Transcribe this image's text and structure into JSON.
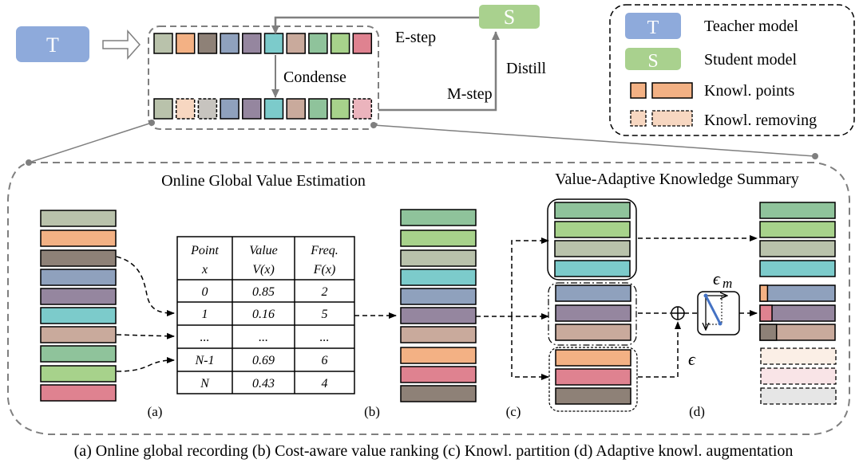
{
  "colors": {
    "sage": "#b9c2ab",
    "orange": "#f3b184",
    "taupe": "#8e8177",
    "blue": "#8fa1bd",
    "purple": "#95869f",
    "teal": "#7ccbcb",
    "rose": "#c9aa9c",
    "green": "#8fc39b",
    "lime": "#a7d28b",
    "pink": "#df8290",
    "teacher": "#8eaadb",
    "student": "#a9d18e",
    "orange_faded": "#f7d7c1",
    "taupe_faded": "#c7c4bf",
    "pink_faded": "#ebb4bd",
    "faded_bar_1": "#fbefe6",
    "faded_bar_2": "#f9e4e7",
    "faded_bar_3": "#e6e6e6",
    "line_gray": "#7f7f7f",
    "arrow_blue": "#4472c4"
  },
  "top": {
    "teacher_letter": "T",
    "student_letter": "S",
    "e_step": "E-step",
    "m_step": "M-step",
    "distill": "Distill",
    "condense": "Condense",
    "top_row": [
      "sage",
      "orange",
      "taupe",
      "blue",
      "purple",
      "teal",
      "rose",
      "green",
      "lime",
      "pink"
    ],
    "bottom_row": [
      {
        "color": "sage",
        "removed": false
      },
      {
        "color": "orange_faded",
        "removed": true
      },
      {
        "color": "taupe_faded",
        "removed": true
      },
      {
        "color": "blue",
        "removed": false
      },
      {
        "color": "purple",
        "removed": false
      },
      {
        "color": "teal",
        "removed": false
      },
      {
        "color": "rose",
        "removed": false
      },
      {
        "color": "green",
        "removed": false
      },
      {
        "color": "lime",
        "removed": false
      },
      {
        "color": "pink_faded",
        "removed": true
      }
    ]
  },
  "legend": {
    "items": [
      {
        "letter": "T",
        "label": "Teacher model"
      },
      {
        "letter": "S",
        "label": "Student model"
      },
      {
        "label": "Knowl. points"
      },
      {
        "label": "Knowl. removing"
      }
    ]
  },
  "panel": {
    "left_title": "Online Global Value Estimation",
    "right_title": "Value-Adaptive Knowledge Summary",
    "col_a": [
      "sage",
      "orange",
      "taupe",
      "blue",
      "purple",
      "teal",
      "rose",
      "green",
      "lime",
      "pink"
    ],
    "col_c": [
      "green",
      "lime",
      "sage",
      "teal",
      "blue",
      "purple",
      "rose",
      "orange",
      "pink",
      "taupe"
    ],
    "group_high": [
      "green",
      "lime",
      "sage",
      "teal"
    ],
    "group_mid": [
      "blue",
      "purple",
      "rose"
    ],
    "group_low": [
      "orange",
      "pink",
      "taupe"
    ],
    "output_full": [
      "green",
      "lime",
      "sage",
      "teal"
    ],
    "output_aug": [
      {
        "base": "blue",
        "inject": "orange",
        "fraction": 0.1
      },
      {
        "base": "purple",
        "inject": "pink",
        "fraction": 0.16
      },
      {
        "base": "rose",
        "inject": "taupe",
        "fraction": 0.22
      }
    ],
    "output_removed": [
      "faded_bar_1",
      "faded_bar_2",
      "faded_bar_3"
    ],
    "eps": "ϵ",
    "eps_m": "ϵ",
    "eps_m_sub": "m",
    "labels": {
      "a": "(a)",
      "b": "(b)",
      "c": "(c)",
      "d": "(d)"
    }
  },
  "table": {
    "headers": [
      [
        "Point",
        "x"
      ],
      [
        "Value",
        "V(x)"
      ],
      [
        "Freq.",
        "F(x)"
      ]
    ],
    "rows": [
      [
        "0",
        "0.85",
        "2"
      ],
      [
        "1",
        "0.16",
        "5"
      ],
      [
        "...",
        "...",
        "..."
      ],
      [
        "N-1",
        "0.69",
        "6"
      ],
      [
        "N",
        "0.43",
        "4"
      ]
    ]
  },
  "caption": "(a) Online global recording  (b) Cost-aware value ranking  (c) Knowl. partition  (d) Adaptive knowl. augmentation"
}
